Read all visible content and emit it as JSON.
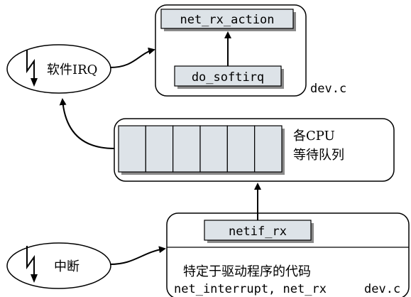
{
  "diagram": {
    "softirq_ellipse_label": "软件IRQ",
    "interrupt_ellipse_label": "中断",
    "net_rx_action_label": "net_rx_action",
    "do_softirq_label": "do_softirq",
    "top_box_file_label": "dev.c",
    "queue_label_line1": "各CPU",
    "queue_label_line2": "等待队列",
    "queue_cell_count": 6,
    "netif_rx_label": "netif_rx",
    "driver_code_label": "特定于驱动程序的代码",
    "driver_funcs_label": "net_interrupt, net_rx",
    "bottom_box_file_label": "dev.c"
  },
  "colors": {
    "box_fill": "#dde3e8",
    "stroke": "#000000",
    "shadow": "#8a8a8a",
    "background": "#ffffff"
  }
}
